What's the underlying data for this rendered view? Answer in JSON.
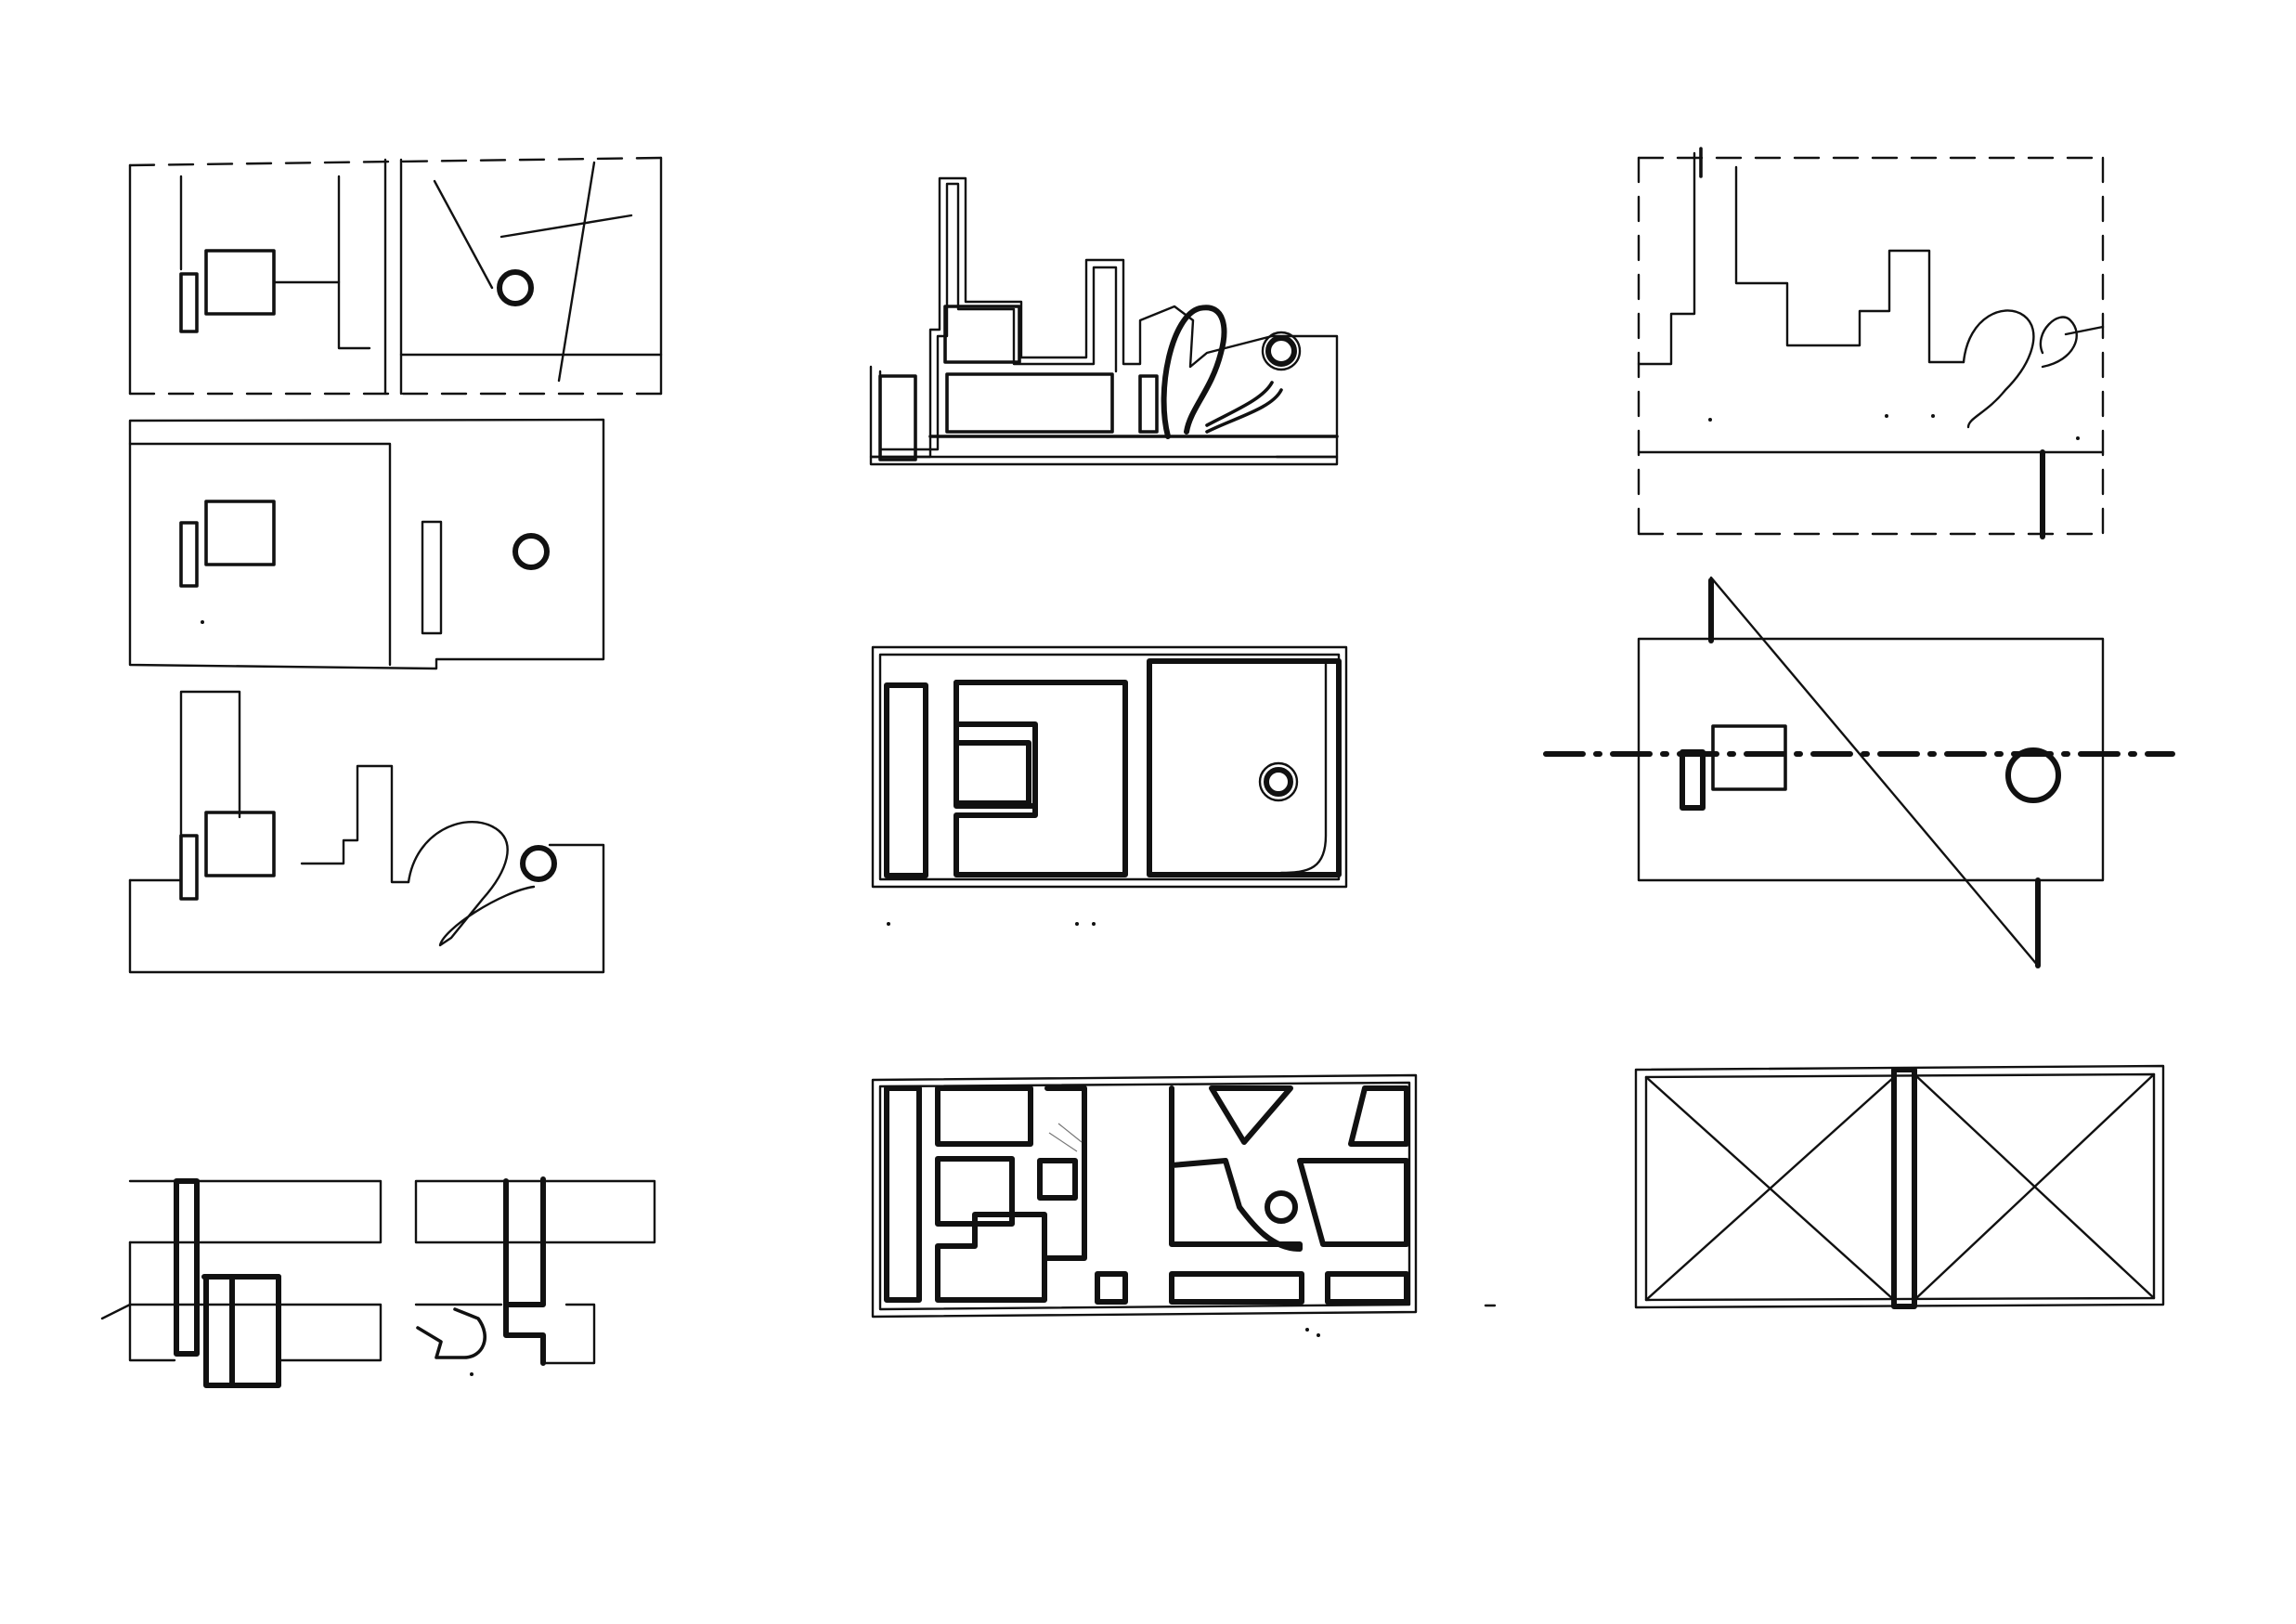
{
  "sheet": {
    "background": "#ffffff",
    "ink": "#111111"
  },
  "sketches": [
    {
      "id": "left-1"
    },
    {
      "id": "left-2"
    },
    {
      "id": "left-3"
    },
    {
      "id": "left-4"
    },
    {
      "id": "mid-1"
    },
    {
      "id": "mid-2"
    },
    {
      "id": "mid-3"
    },
    {
      "id": "right-1"
    },
    {
      "id": "right-2"
    },
    {
      "id": "right-3"
    }
  ]
}
